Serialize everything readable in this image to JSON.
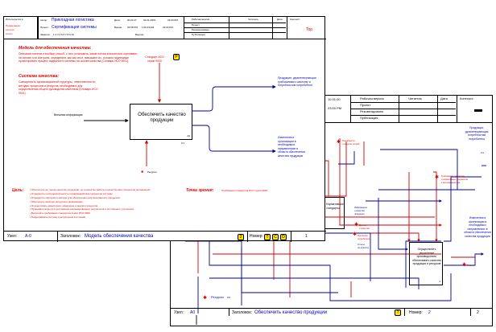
{
  "front": {
    "meta_label": "Используется в",
    "left_red_lines": [
      "Примечания:",
      "1 2 3 4 5 6 7 8 9 10"
    ],
    "project_label": "Проект:",
    "project_value": "Сертификация системы",
    "author_label": "Автор:",
    "author_value": "Прикладная логистика",
    "date_label": "Дата:",
    "date_value": "00.02.27",
    "rev_label": "Версия:",
    "rev_value": "02.01.2003",
    "time_label": "Время:",
    "time_value": "03:58 PM",
    "time_value2": "1:52:43 AM",
    "rev_value2": "23:00 PM",
    "notes_label": "Заметки:",
    "notes_value": "1 2 3 4 5 6 7 8 9 10",
    "status_rows": [
      "Рабочая версия",
      "Проект",
      "Рекомендовано",
      "Публикация"
    ],
    "status_head": "Читатель",
    "date_head": "Дата",
    "context_head": "Контекст:",
    "context_value": "Top",
    "title1": "Модель для обеспечения качества:",
    "para1": "Описание понятия и вообще способ, с чего установить, какие потоки значительно оценивают, на основе и их контроля, определяют, как как опыт, повышают их, и можно надлежаще проектировать процесс надежности системы на основе качества (Словарь ИСО 9001).",
    "title2": "Система качества:",
    "para2": "Совокупность организационной структуры, ответственности, методик, процессов и ресурсов, необходимых для осуществления общего руководства качеством (Словарь ИСО 9001).",
    "control_label": "Стандарт ИСО серии 9000",
    "process_label": "Обеспечить качество продукции",
    "process_num": "A0",
    "process_code": "0.1",
    "input_label": "Внешняя информация",
    "output1_label": "Продукция, удовлетворяющая требованиям к качеству и потребностям потребителя",
    "output2_label": "Изменения в организации в необходимых направлениях в области обеспечения качества продукции",
    "mech_label": "Ресурсы",
    "bottom_note_title": "Цель:",
    "bottom_note_lines": [
      "• Обеспечить не только качество продукции, но и качество работы и качество всех процессов организации.",
      "• Определить последовательность и взаимодействие процессов системы.",
      "• Определить критерии и методы для обеспечения результативности процессов.",
      "• Обеспечить наличие ресурсов и информации.",
      "• Осуществлять мониторинг, измерение и анализ процессов.",
      "• Принимать меры для достижения запланированных результатов и постоянного улучшения.",
      "• Выполнять требования стандартов серии ИСО 9000.",
      "• Поддерживать систему в актуальном состоянии."
    ],
    "viewpoint_label": "Точка зрения:",
    "viewpoint_value": "Требования стандартов ИСО серии 9000",
    "footer_node_label": "Узел:",
    "footer_node_value": "A-0",
    "footer_title_label": "Заголовок:",
    "footer_title_value": "Модель обеспечения качества",
    "footer_num_label": "Номер:",
    "footer_num_value": "1",
    "footer_tags": [
      "2",
      "T",
      "C",
      "D"
    ]
  },
  "back": {
    "header_vals": [
      "10:31:00",
      "23:00 PM"
    ],
    "status_rows": [
      "Рабочая версия",
      "Проект",
      "Рекомендовано",
      "Публикация"
    ],
    "status_head": "Читатель",
    "date_head": "Дата",
    "context_head": "Контекст:",
    "right_output": "Продукция, удовлетворяющая потребностям потребителя",
    "right_output_code": "O1",
    "box_mid_label": "Нормативные стандарты",
    "box_big_label": "Осуществлять управление производством, обеспечивать качество продукции и ресурсов",
    "box_big_num": "4",
    "right_change_label": "Изменения в организации в необходимых направлениях в области обеспечения качества продукции",
    "mech_label": "Ресурсы",
    "mech_code": "M1",
    "footer_node_label": "Узел:",
    "footer_node_value": "A0",
    "footer_title_label": "Заголовок:",
    "footer_title_value": "Обеспечить качество продукции",
    "footer_num_label": "Номер:",
    "footer_num_value": "2"
  },
  "colors": {
    "arrow_red": "#d40000",
    "arrow_blue": "#0000a0",
    "tag_yellow": "#ffe400",
    "text_red": "#e00000"
  }
}
